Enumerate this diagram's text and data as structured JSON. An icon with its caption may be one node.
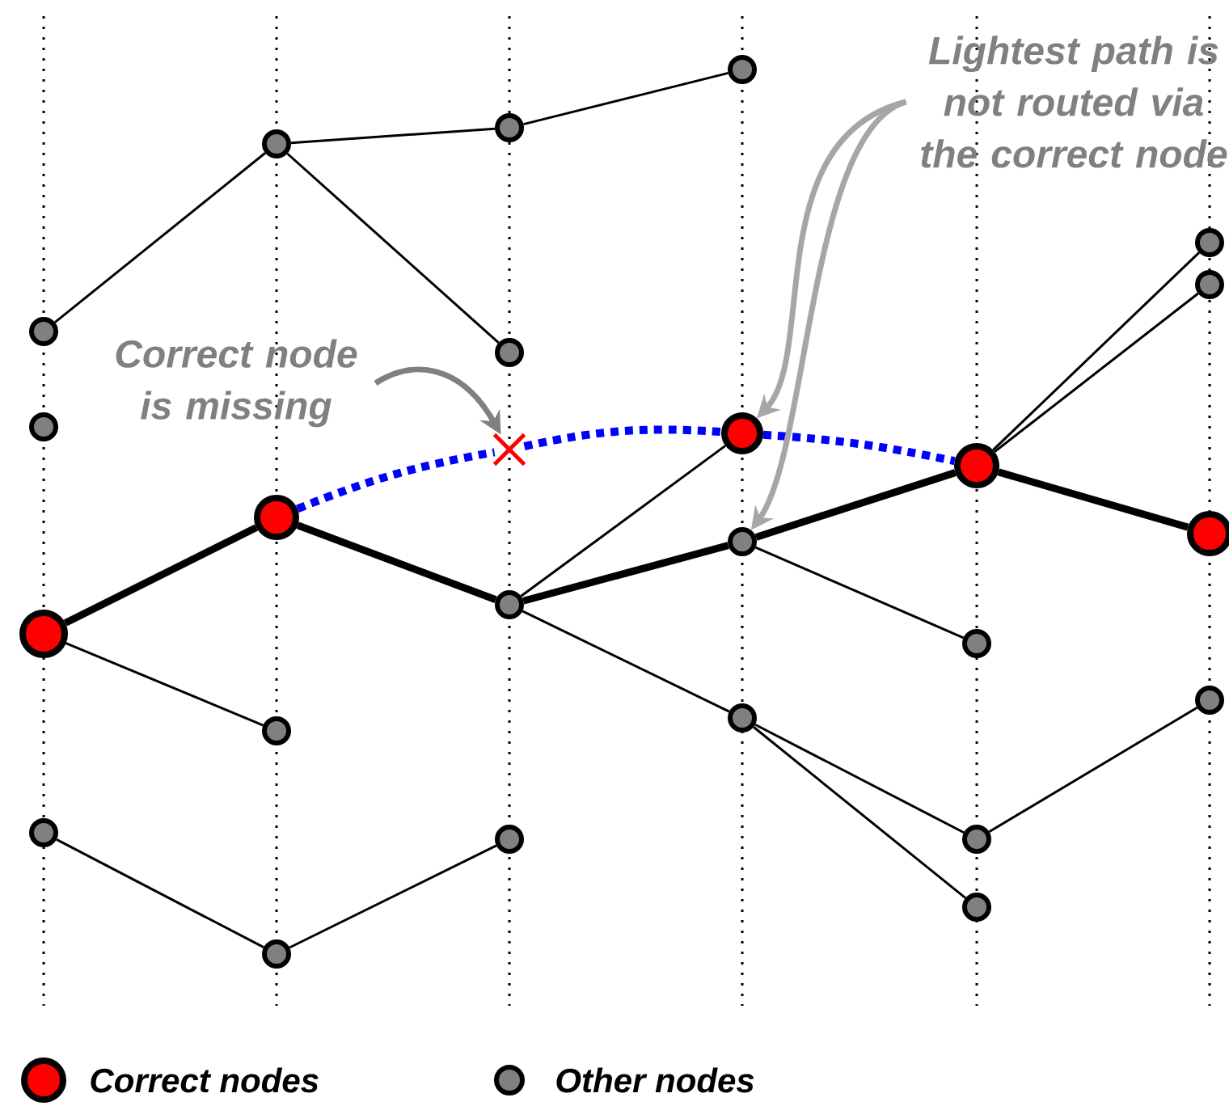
{
  "diagram": {
    "nodes": [
      {
        "text": [],
        "shape": "circle"
      },
      {
        "text": [],
        "shape": "circle"
      },
      {
        "text": [],
        "shape": "circle"
      },
      {
        "text": [],
        "shape": "circle"
      },
      {
        "text": [],
        "shape": "circle"
      },
      {
        "text": [],
        "shape": "circle"
      },
      {
        "text": [],
        "shape": "circle"
      },
      {
        "text": [],
        "shape": "circle"
      },
      {
        "text": [],
        "shape": "circle"
      },
      {
        "text": [],
        "shape": "circle"
      },
      {
        "text": [],
        "shape": "cross"
      },
      {
        "text": [],
        "shape": "circle"
      },
      {
        "text": [],
        "shape": "circle"
      },
      {
        "text": [],
        "shape": "circle"
      },
      {
        "text": [],
        "shape": "circle"
      },
      {
        "text": [],
        "shape": "circle"
      },
      {
        "text": [],
        "shape": "circle"
      },
      {
        "text": [],
        "shape": "circle"
      },
      {
        "text": [],
        "shape": "circle"
      },
      {
        "text": [],
        "shape": "circle"
      },
      {
        "text": [],
        "shape": "circle"
      },
      {
        "text": [],
        "shape": "circle"
      },
      {
        "text": [],
        "shape": "circle"
      },
      {
        "text": [],
        "shape": "circle"
      },
      {
        "text": [],
        "shape": "circle"
      },
      {
        "text": [
          "Correct node is missing"
        ]
      },
      {
        "text": [
          "Lightest path is not routed via the correct node"
        ]
      }
    ],
    "edges": [
      {
        "from": 0,
        "to": 4,
        "arrow": "none"
      },
      {
        "from": 4,
        "to": 8,
        "arrow": "none"
      },
      {
        "from": 4,
        "to": 9,
        "arrow": "none"
      },
      {
        "from": 8,
        "to": 13,
        "arrow": "none"
      },
      {
        "from": 2,
        "to": 5,
        "arrow": "none",
        "style": "thick"
      },
      {
        "from": 5,
        "to": 11,
        "arrow": "none",
        "style": "thick"
      },
      {
        "from": 11,
        "to": 15,
        "arrow": "none",
        "style": "thick"
      },
      {
        "from": 15,
        "to": 17,
        "arrow": "none",
        "style": "thick"
      },
      {
        "from": 17,
        "to": 23,
        "arrow": "none",
        "style": "thick"
      },
      {
        "from": 2,
        "to": 6,
        "arrow": "none"
      },
      {
        "from": 3,
        "to": 7,
        "arrow": "none"
      },
      {
        "from": 7,
        "to": 12,
        "arrow": "none"
      },
      {
        "from": 11,
        "to": 14,
        "arrow": "none"
      },
      {
        "from": 11,
        "to": 16,
        "arrow": "none"
      },
      {
        "from": 15,
        "to": 18,
        "arrow": "none"
      },
      {
        "from": 16,
        "to": 19,
        "arrow": "none"
      },
      {
        "from": 16,
        "to": 20,
        "arrow": "none"
      },
      {
        "from": 19,
        "to": 24,
        "arrow": "none"
      },
      {
        "from": 17,
        "to": 21,
        "arrow": "none"
      },
      {
        "from": 17,
        "to": 22,
        "arrow": "none"
      },
      {
        "from": 5,
        "to": 10,
        "arrow": "none",
        "style": "dashed",
        "color": "#0000ff"
      },
      {
        "from": 10,
        "to": 14,
        "arrow": "none",
        "style": "dashed",
        "color": "#0000ff"
      },
      {
        "from": 14,
        "to": 17,
        "arrow": "none",
        "style": "dashed",
        "color": "#0000ff"
      },
      {
        "from": 25,
        "to": 10,
        "arrow": "to",
        "style": "thick",
        "color": "#808080"
      },
      {
        "from": 26,
        "to": 14,
        "arrow": "to",
        "style": "thick",
        "color": "#a6a6a6"
      },
      {
        "from": 26,
        "to": 15,
        "arrow": "to",
        "style": "thick",
        "color": "#a6a6a6"
      }
    ],
    "legend": [
      {
        "text": "Correct nodes",
        "color": "#ff0000"
      },
      {
        "text": "Other nodes",
        "color": "#808080"
      }
    ]
  }
}
